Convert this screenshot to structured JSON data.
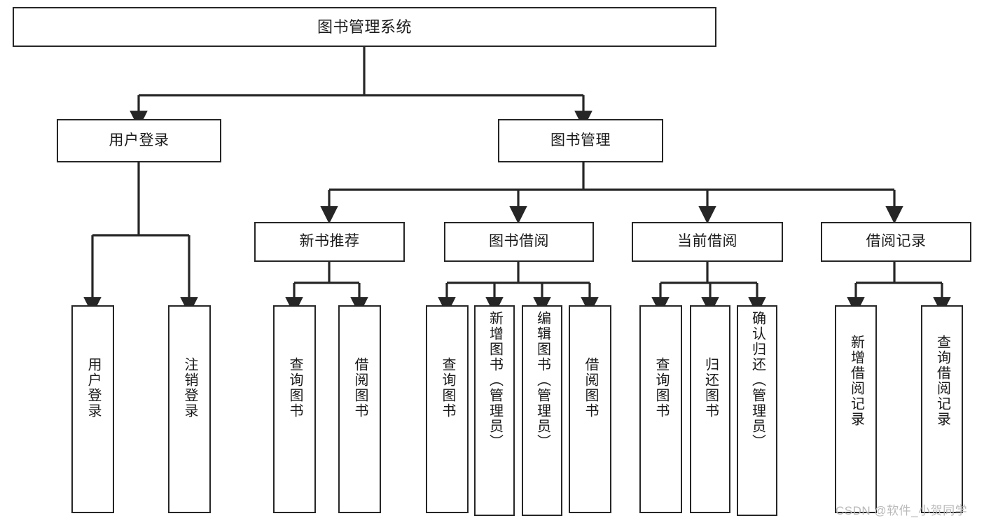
{
  "diagram": {
    "type": "tree",
    "title": "图书管理系统",
    "orientation": "top-down",
    "colors": {
      "box_border": "#262626",
      "box_fill": "#ffffff",
      "edge": "#262626",
      "text": "#1a1a1a",
      "watermark": "#b9b9b9"
    },
    "nodes": {
      "root": {
        "label": "图书管理系统",
        "level": 1
      },
      "n_user_login": {
        "label": "用户登录",
        "level": 2
      },
      "n_book_manage": {
        "label": "图书管理",
        "level": 2
      },
      "n_new_book_rec": {
        "label": "新书推荐",
        "level": 3
      },
      "n_book_borrow": {
        "label": "图书借阅",
        "level": 3
      },
      "n_current_borrow": {
        "label": "当前借阅",
        "level": 3
      },
      "n_borrow_record": {
        "label": "借阅记录",
        "level": 3
      },
      "l_user_login": {
        "label": "用户登录",
        "level": 4
      },
      "l_logout": {
        "label": "注销登录",
        "level": 4
      },
      "l_query_book_1": {
        "label": "查询图书",
        "level": 4
      },
      "l_borrow_book_1": {
        "label": "借阅图书",
        "level": 4
      },
      "l_query_book_2": {
        "label": "查询图书",
        "level": 4
      },
      "l_add_book": {
        "label": "新增图书（管理员）",
        "level": 4
      },
      "l_edit_book": {
        "label": "编辑图书（管理员）",
        "level": 4
      },
      "l_borrow_book_2": {
        "label": "借阅图书",
        "level": 4
      },
      "l_query_book_3": {
        "label": "查询图书",
        "level": 4
      },
      "l_return_book": {
        "label": "归还图书",
        "level": 4
      },
      "l_confirm_return": {
        "label": "确认归还（管理员）",
        "level": 4
      },
      "l_add_record": {
        "label": "新增借阅记录",
        "level": 4
      },
      "l_query_record": {
        "label": "查询借阅记录",
        "level": 4
      }
    },
    "edges": [
      {
        "from": "root",
        "to": "n_user_login"
      },
      {
        "from": "root",
        "to": "n_book_manage"
      },
      {
        "from": "n_user_login",
        "to": "l_user_login"
      },
      {
        "from": "n_user_login",
        "to": "l_logout"
      },
      {
        "from": "n_book_manage",
        "to": "n_new_book_rec"
      },
      {
        "from": "n_book_manage",
        "to": "n_book_borrow"
      },
      {
        "from": "n_book_manage",
        "to": "n_current_borrow"
      },
      {
        "from": "n_book_manage",
        "to": "n_borrow_record"
      },
      {
        "from": "n_new_book_rec",
        "to": "l_query_book_1"
      },
      {
        "from": "n_new_book_rec",
        "to": "l_borrow_book_1"
      },
      {
        "from": "n_book_borrow",
        "to": "l_query_book_2"
      },
      {
        "from": "n_book_borrow",
        "to": "l_add_book"
      },
      {
        "from": "n_book_borrow",
        "to": "l_edit_book"
      },
      {
        "from": "n_book_borrow",
        "to": "l_borrow_book_2"
      },
      {
        "from": "n_current_borrow",
        "to": "l_query_book_3"
      },
      {
        "from": "n_current_borrow",
        "to": "l_return_book"
      },
      {
        "from": "n_current_borrow",
        "to": "l_confirm_return"
      },
      {
        "from": "n_borrow_record",
        "to": "l_add_record"
      },
      {
        "from": "n_borrow_record",
        "to": "l_query_record"
      }
    ]
  },
  "watermark": {
    "text": "CSDN @软件_小贺同学"
  }
}
